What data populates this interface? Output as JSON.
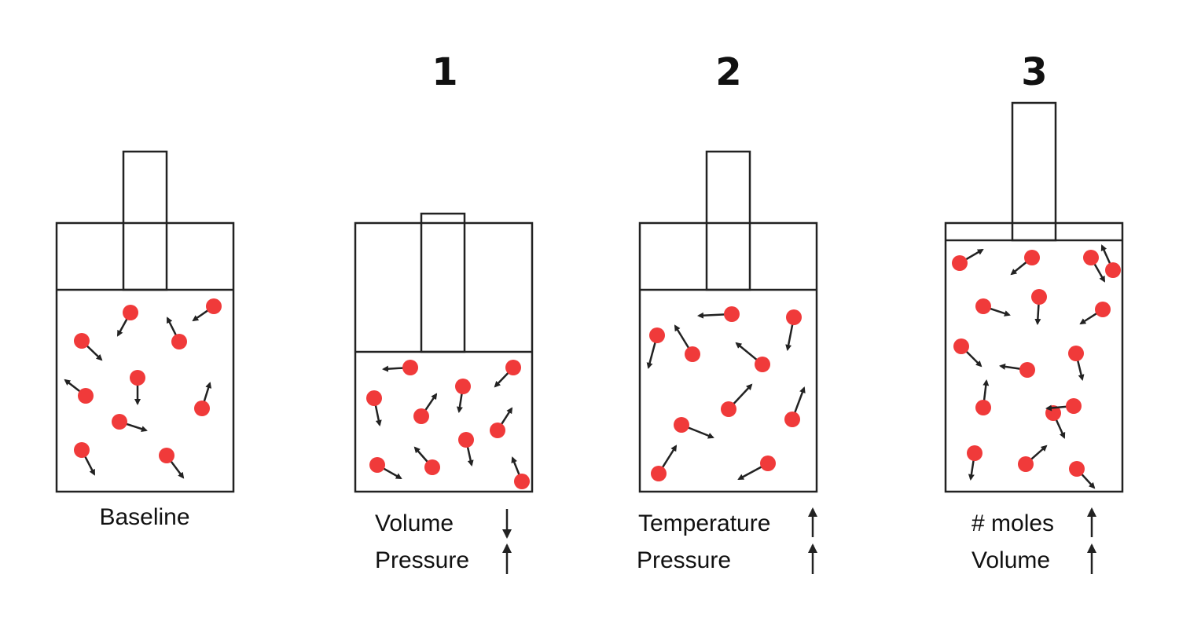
{
  "colors": {
    "particle": "#f03a3a",
    "line": "#222222",
    "text": "#111111",
    "background": "#ffffff"
  },
  "panels": [
    {
      "id": "baseline",
      "number": "",
      "caption": "Baseline",
      "rows": []
    },
    {
      "id": "p1",
      "number": "1",
      "caption": "",
      "rows": [
        {
          "label": "Volume",
          "direction": "down"
        },
        {
          "label": "Pressure",
          "direction": "up"
        }
      ]
    },
    {
      "id": "p2",
      "number": "2",
      "caption": "",
      "rows": [
        {
          "label": "Temperature",
          "direction": "up"
        },
        {
          "label": "Pressure",
          "direction": "up"
        }
      ]
    },
    {
      "id": "p3",
      "number": "3",
      "caption": "",
      "rows": [
        {
          "label": "# moles",
          "direction": "up"
        },
        {
          "label": "Volume",
          "direction": "up"
        }
      ]
    }
  ],
  "icons": {
    "up": "arrow-up-icon",
    "down": "arrow-down-icon",
    "particle": "gas-particle-icon"
  }
}
